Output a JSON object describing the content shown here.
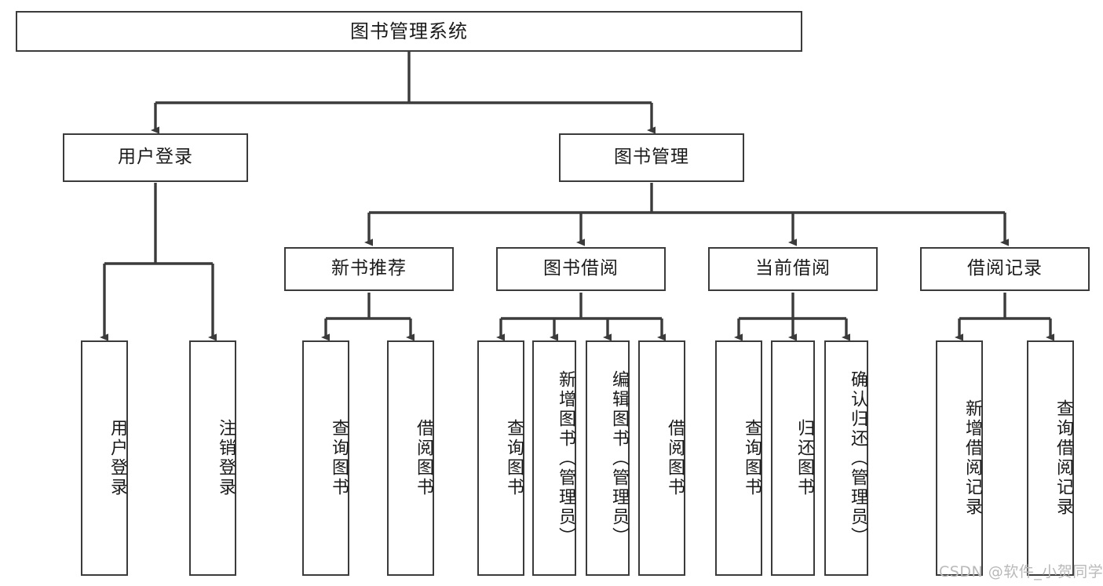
{
  "diagram": {
    "title": "图书管理系统",
    "type": "tree-hierarchy-chart",
    "colors": {
      "box_border": "#3b3b3b",
      "box_fill": "#ffffff",
      "edge": "#3b3b3b",
      "text": "#1a1a1a",
      "watermark": "#b9b9b9",
      "background": "#ffffff"
    },
    "root": {
      "label": "图书管理系统",
      "orientation": "horizontal"
    },
    "level2": [
      {
        "id": "user-login",
        "label": "用户登录",
        "orientation": "horizontal"
      },
      {
        "id": "book-manage",
        "label": "图书管理",
        "orientation": "horizontal"
      }
    ],
    "level3": [
      {
        "id": "new-book-recommend",
        "label": "新书推荐",
        "orientation": "horizontal",
        "parent": "book-manage"
      },
      {
        "id": "book-borrow",
        "label": "图书借阅",
        "orientation": "horizontal",
        "parent": "book-manage"
      },
      {
        "id": "current-borrow",
        "label": "当前借阅",
        "orientation": "horizontal",
        "parent": "book-manage"
      },
      {
        "id": "borrow-record",
        "label": "借阅记录",
        "orientation": "horizontal",
        "parent": "book-manage"
      }
    ],
    "leaves": [
      {
        "id": "leaf-user-login",
        "label": "用户登录",
        "parent": "user-login",
        "orientation": "vertical"
      },
      {
        "id": "leaf-logout-login",
        "label": "注销登录",
        "parent": "user-login",
        "orientation": "vertical"
      },
      {
        "id": "leaf-query-book-1",
        "label": "查询图书",
        "parent": "new-book-recommend",
        "orientation": "vertical"
      },
      {
        "id": "leaf-borrow-book-1",
        "label": "借阅图书",
        "parent": "new-book-recommend",
        "orientation": "vertical"
      },
      {
        "id": "leaf-query-book-2",
        "label": "查询图书",
        "parent": "book-borrow",
        "orientation": "vertical"
      },
      {
        "id": "leaf-add-book",
        "label": "新增图书（管理员）",
        "parent": "book-borrow",
        "orientation": "vertical"
      },
      {
        "id": "leaf-edit-book",
        "label": "编辑图书（管理员）",
        "parent": "book-borrow",
        "orientation": "vertical"
      },
      {
        "id": "leaf-borrow-book-2",
        "label": "借阅图书",
        "parent": "book-borrow",
        "orientation": "vertical"
      },
      {
        "id": "leaf-query-book-3",
        "label": "查询图书",
        "parent": "current-borrow",
        "orientation": "vertical"
      },
      {
        "id": "leaf-return-book",
        "label": "归还图书",
        "parent": "current-borrow",
        "orientation": "vertical"
      },
      {
        "id": "leaf-confirm-return",
        "label": "确认归还（管理员）",
        "parent": "current-borrow",
        "orientation": "vertical"
      },
      {
        "id": "leaf-add-record",
        "label": "新增借阅记录",
        "parent": "borrow-record",
        "orientation": "vertical"
      },
      {
        "id": "leaf-query-record",
        "label": "查询借阅记录",
        "parent": "borrow-record",
        "orientation": "vertical"
      }
    ]
  },
  "watermark": {
    "text": "CSDN @软件_小贺同学"
  }
}
